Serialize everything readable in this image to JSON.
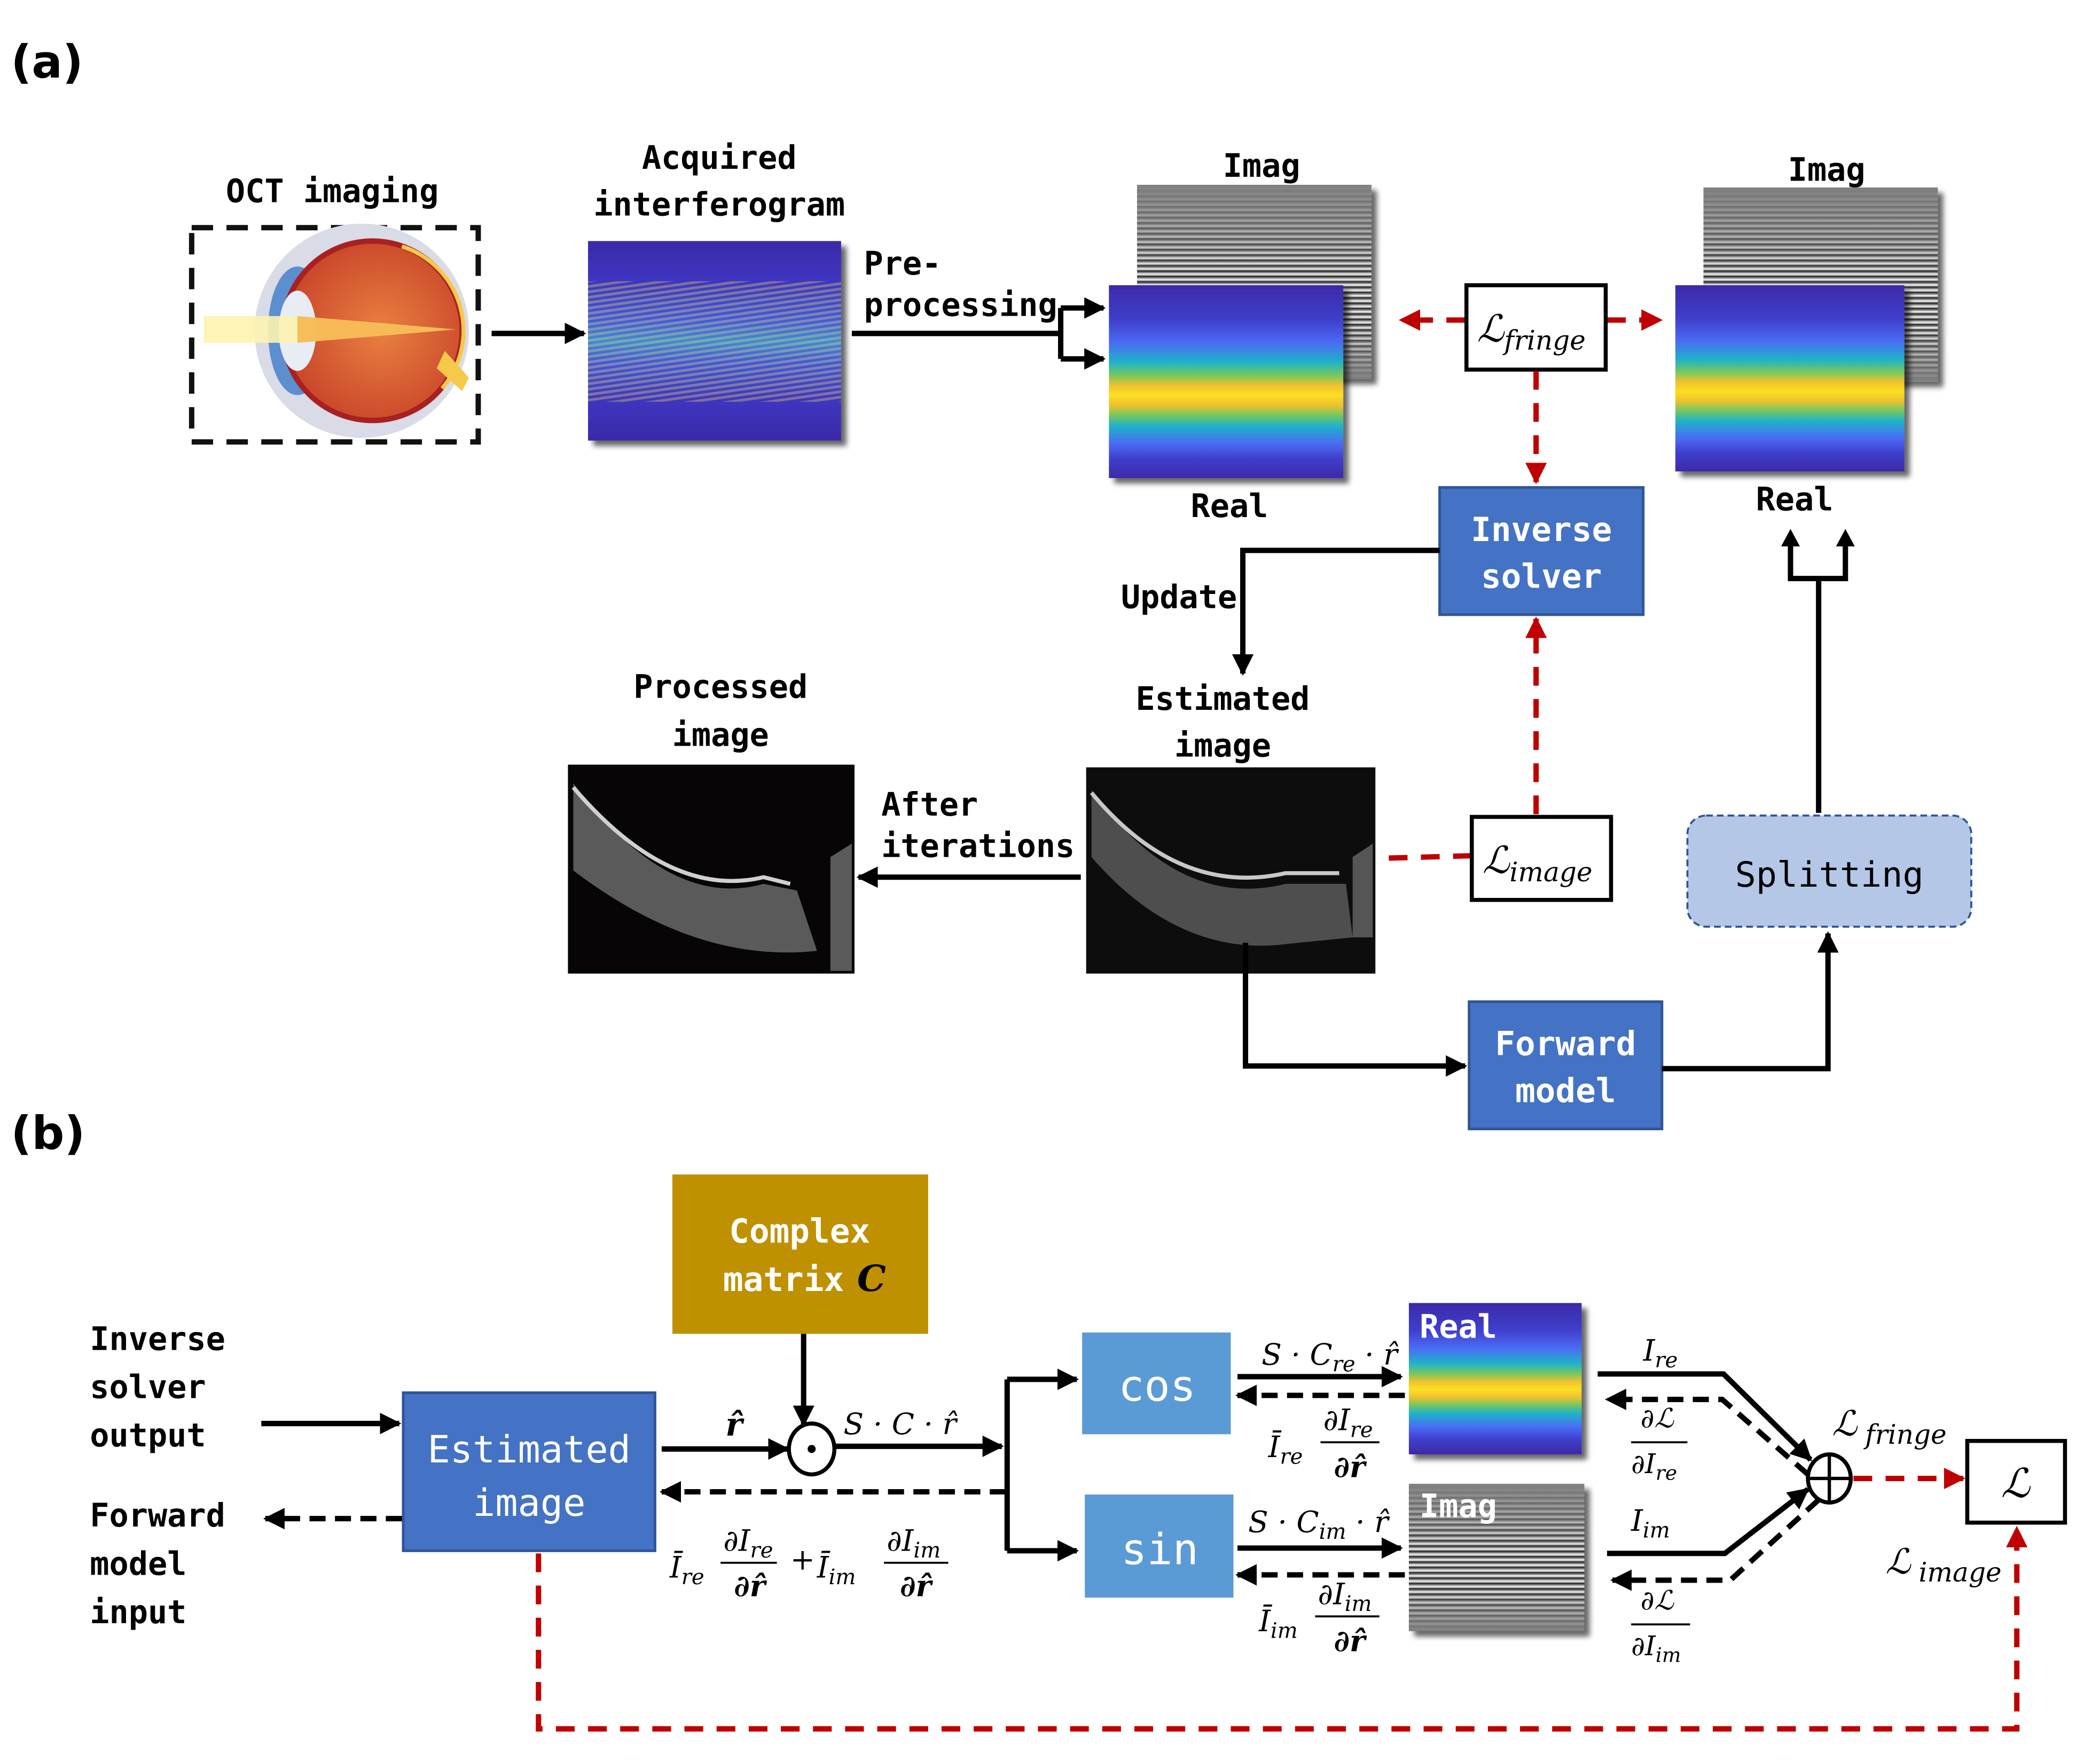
{
  "colors": {
    "primary_block": "#4472c4",
    "primary_block_border": "#2f5597",
    "light_block": "#5b9bd5",
    "splitting_fill": "#b4c7e7",
    "splitting_border": "#2f5597",
    "complex_matrix": "#bf9000",
    "loss_arrow": "#c00000",
    "flow_arrow": "#000000"
  },
  "panel_a": {
    "label": "(a)",
    "oct_imaging": {
      "title": "OCT imaging",
      "icon": "eye-anatomy-icon"
    },
    "acquired": {
      "title_line1": "Acquired",
      "title_line2": "interferogram"
    },
    "preprocessing": {
      "line1": "Pre-",
      "line2": "processing"
    },
    "fringe_measured": {
      "imag_label": "Imag",
      "real_label": "Real"
    },
    "loss_fringe": {
      "symbol": "ℒ",
      "subscript": "fringe"
    },
    "fringe_estimated": {
      "imag_label": "Imag",
      "real_label": "Real"
    },
    "inverse_solver": {
      "line1": "Inverse",
      "line2": "solver"
    },
    "update_label": "Update",
    "estimated_image": {
      "title_line1": "Estimated",
      "title_line2": "image"
    },
    "processed_image": {
      "title_line1": "Processed",
      "title_line2": "image"
    },
    "after_iterations": {
      "line1": "After",
      "line2": "iterations"
    },
    "loss_image": {
      "symbol": "ℒ",
      "subscript": "image"
    },
    "splitting": {
      "label": "Splitting"
    },
    "forward_model": {
      "line1": "Forward",
      "line2": "model"
    }
  },
  "panel_b": {
    "label": "(b)",
    "inverse_solver_output": {
      "line1": "Inverse",
      "line2": "solver",
      "line3": "output"
    },
    "forward_model_input": {
      "line1": "Forward",
      "line2": "model",
      "line3": "input"
    },
    "estimated_image": {
      "line1": "Estimated",
      "line2": "image"
    },
    "complex_matrix": {
      "line1": "Complex",
      "line2": "matrix",
      "symbol": "C"
    },
    "r_hat": "r̂",
    "hadamard_symbol": "⊙",
    "s_c_r": "S · C · r̂",
    "backprop_sum": {
      "term1_bar": "Ī",
      "term1_sub": "re",
      "frac1_num": "∂I",
      "frac1_num_sub": "re",
      "frac1_den": "∂r̂",
      "plus": "+",
      "term2_bar": "Ī",
      "term2_sub": "im",
      "frac2_num": "∂I",
      "frac2_num_sub": "im",
      "frac2_den": "∂r̂"
    },
    "cos_block": {
      "label": "cos"
    },
    "sin_block": {
      "label": "sin"
    },
    "cos_forward": {
      "prefix": "S · C",
      "sub": "re",
      "suffix": " · r̂"
    },
    "sin_forward": {
      "prefix": "S · C",
      "sub": "im",
      "suffix": " · r̂"
    },
    "cos_backward": {
      "bar": "Ī",
      "sub": "re",
      "num": "∂I",
      "num_sub": "re",
      "den": "∂r̂"
    },
    "sin_backward": {
      "bar": "Ī",
      "sub": "im",
      "num": "∂I",
      "num_sub": "im",
      "den": "∂r̂"
    },
    "real_panel_label": "Real",
    "imag_panel_label": "Imag",
    "i_re": {
      "base": "I",
      "sub": "re"
    },
    "i_im": {
      "base": "I",
      "sub": "im"
    },
    "dl_dire": {
      "num": "∂ℒ",
      "den": "∂I",
      "den_sub": "re"
    },
    "dl_dim": {
      "num": "∂ℒ",
      "den": "∂I",
      "den_sub": "im"
    },
    "sum_symbol": "⊕",
    "l_fringe": {
      "symbol": "ℒ",
      "sub": "fringe"
    },
    "l_image": {
      "symbol": "ℒ",
      "sub": "image"
    },
    "total_loss": {
      "symbol": "ℒ"
    }
  }
}
